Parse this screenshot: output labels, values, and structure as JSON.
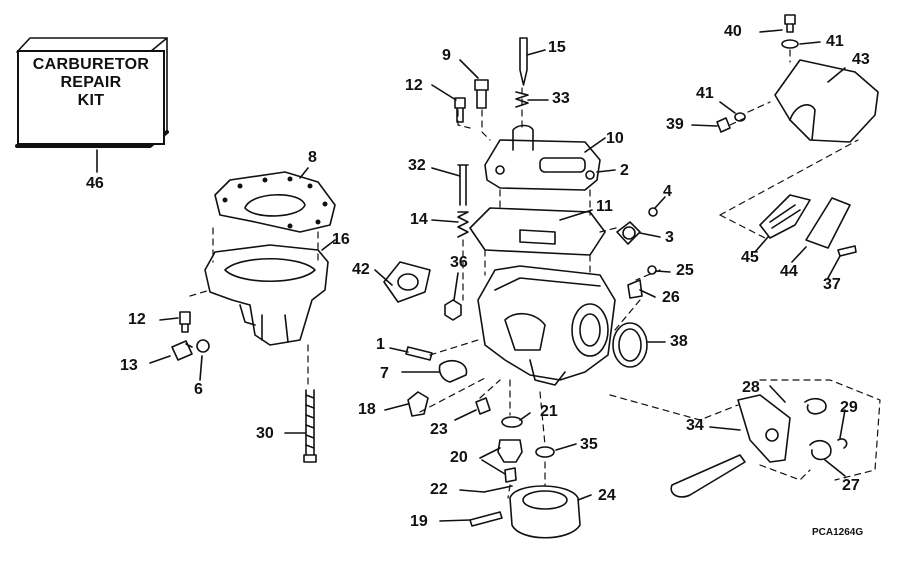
{
  "kit_box": {
    "line1": "CARBURETOR",
    "line2": "REPAIR",
    "line3": "KIT"
  },
  "figure_code": "PCA1264G",
  "callouts": [
    "1",
    "2",
    "3",
    "4",
    "6",
    "7",
    "8",
    "9",
    "10",
    "11",
    "12",
    "12",
    "13",
    "14",
    "15",
    "16",
    "18",
    "19",
    "20",
    "21",
    "22",
    "23",
    "24",
    "25",
    "26",
    "27",
    "28",
    "29",
    "30",
    "32",
    "33",
    "34",
    "35",
    "36",
    "37",
    "38",
    "39",
    "40",
    "41",
    "41",
    "42",
    "43",
    "44",
    "45",
    "46"
  ]
}
